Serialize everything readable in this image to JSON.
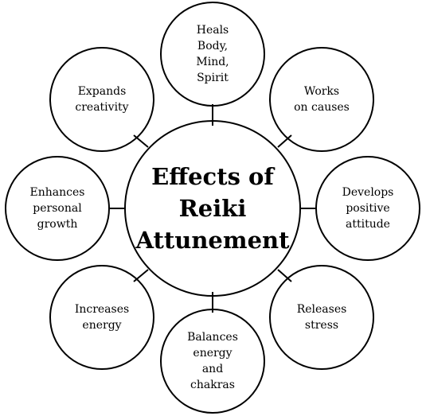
{
  "center": {
    "title": "Effects of\nReiki\nAttunement"
  },
  "nodes": [
    {
      "label": "Heals\nBody,\nMind,\nSpirit"
    },
    {
      "label": "Works\non causes"
    },
    {
      "label": "Develops\npositive\nattitude"
    },
    {
      "label": "Releases\nstress"
    },
    {
      "label": "Balances\nenergy\nand\nchakras"
    },
    {
      "label": "Increases\nenergy"
    },
    {
      "label": "Enhances\npersonal\ngrowth"
    },
    {
      "label": "Expands\ncreativity"
    }
  ]
}
